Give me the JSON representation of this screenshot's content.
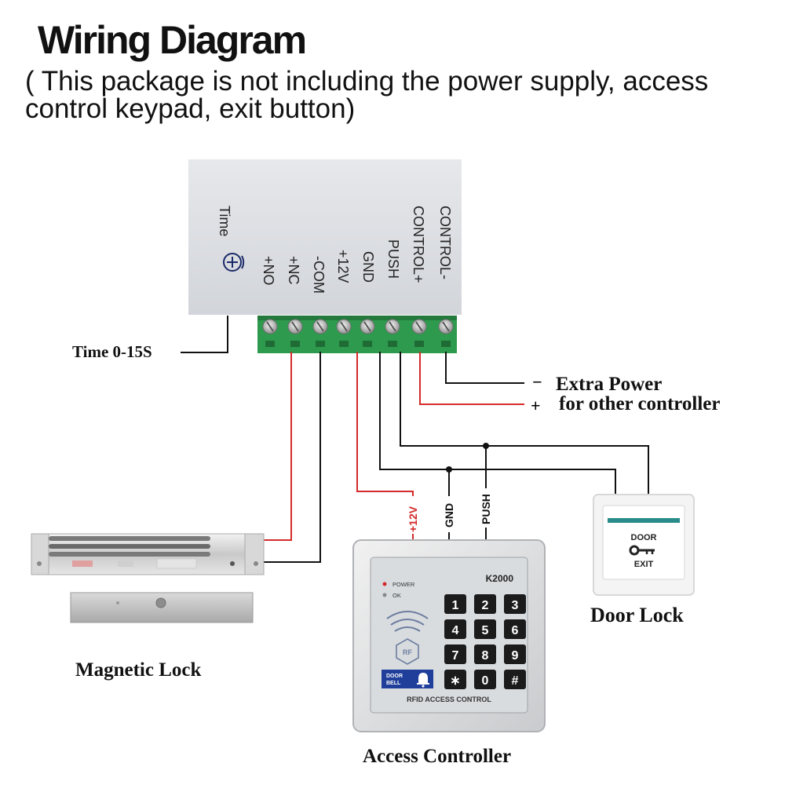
{
  "title": "Wiring Diagram",
  "subtitle": "( This package is not including the power supply, access control keypad, exit button)",
  "power_module": {
    "time_label": "Time",
    "terminals": [
      "+NO",
      "+NC",
      "-COM",
      "+12V",
      "GND",
      "PUSH",
      "CONTROL+",
      "CONTROL-"
    ]
  },
  "time_range": "Time  0-15S",
  "extra_power": {
    "minus_sign": "−",
    "plus_sign": "+",
    "line1": "Extra Power",
    "line2": "for other controller"
  },
  "wire_labels": {
    "v12": "+12V",
    "gnd": "GND",
    "push": "PUSH"
  },
  "keypad": {
    "model": "K2000",
    "power_led": "POWER",
    "ok_led": "OK",
    "rf": "RF",
    "door_bell": [
      "DOOR",
      "BELL"
    ],
    "keys": [
      "1",
      "2",
      "3",
      "4",
      "5",
      "6",
      "7",
      "8",
      "9",
      "∗",
      "0",
      "#"
    ],
    "footer": "RFID ACCESS CONTROL"
  },
  "exit_button": {
    "top": "DOOR",
    "bottom": "EXIT"
  },
  "captions": {
    "magnetic_lock": "Magnetic Lock",
    "door_lock": "Door Lock",
    "access_controller": "Access Controller"
  },
  "colors": {
    "red_wire": "#d42a2a",
    "black_wire": "#111111",
    "terminal_green": "#2e9a4e"
  }
}
